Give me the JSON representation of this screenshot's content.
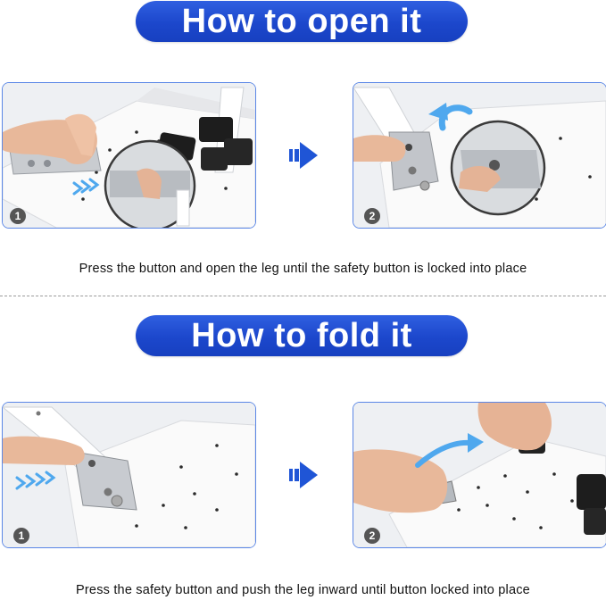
{
  "sections": {
    "open": {
      "title": "How to open it",
      "caption": "Press the button and open the leg until the safety button is locked into place",
      "steps": [
        "1",
        "2"
      ]
    },
    "fold": {
      "title": "How to fold it",
      "caption": "Press the safety button and push the leg inward until button locked into place",
      "steps": [
        "1",
        "2"
      ]
    }
  },
  "colors": {
    "pill": "#1c47cc",
    "border": "#5b87e6",
    "arrow": "#1f55d6",
    "hint": "#4fa8ee"
  },
  "icons": [
    "next-step-arrow-icon",
    "press-hint-icon",
    "lift-arrow-icon"
  ]
}
